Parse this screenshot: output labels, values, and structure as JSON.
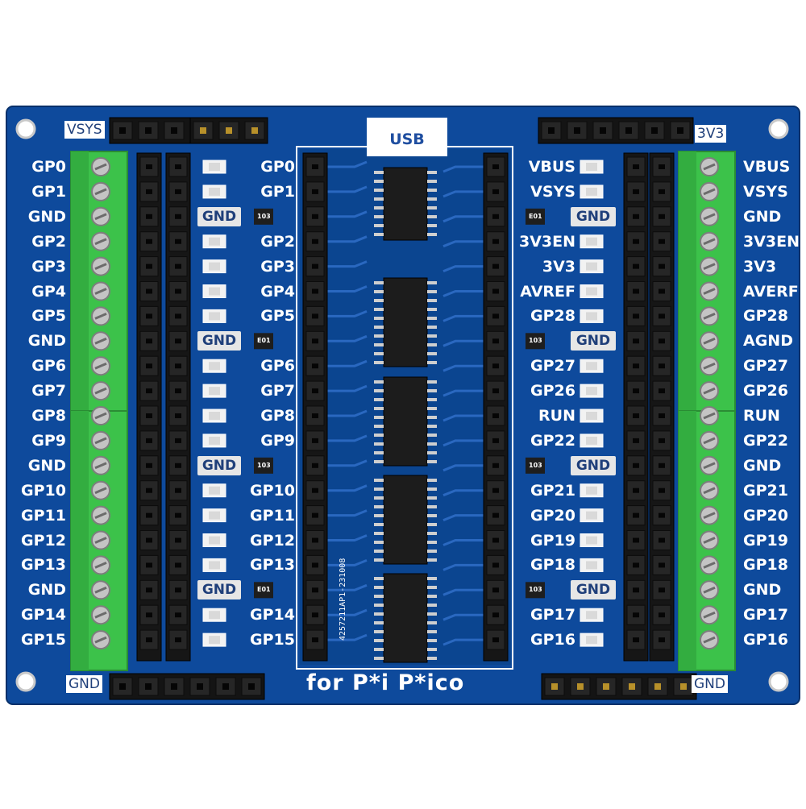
{
  "board": {
    "usb_label": "USB",
    "footer_text": "for P*i P*ico",
    "batch_code": "4257211AP1-231008",
    "header_labels": {
      "top_left": "VSYS",
      "top_right": "3V3",
      "bottom_left": "GND",
      "bottom_right": "GND"
    },
    "left_terminal_labels": [
      "GP0",
      "GP1",
      "GND",
      "GP2",
      "GP3",
      "GP4",
      "GP5",
      "GND",
      "GP6",
      "GP7",
      "GP8",
      "GP9",
      "GND",
      "GP10",
      "GP11",
      "GP12",
      "GP13",
      "GND",
      "GP14",
      "GP15"
    ],
    "right_terminal_labels": [
      "VBUS",
      "VSYS",
      "GND",
      "3V3EN",
      "3V3",
      "AVERF",
      "GP28",
      "AGND",
      "GP27",
      "GP26",
      "RUN",
      "GP22",
      "GND",
      "GP21",
      "GP20",
      "GP19",
      "GP18",
      "GND",
      "GP17",
      "GP16"
    ],
    "left_pin_labels": [
      "GP0",
      "GP1",
      "GND",
      "GP2",
      "GP3",
      "GP4",
      "GP5",
      "GND",
      "GP6",
      "GP7",
      "GP8",
      "GP9",
      "GND",
      "GP10",
      "GP11",
      "GP12",
      "GP13",
      "GND",
      "GP14",
      "GP15"
    ],
    "right_pin_labels": [
      "VBUS",
      "VSYS",
      "GND",
      "3V3EN",
      "3V3",
      "AVREF",
      "GP28",
      "GND",
      "GP27",
      "GP26",
      "RUN",
      "GP22",
      "GND",
      "GP21",
      "GP20",
      "GP19",
      "GP18",
      "GND",
      "GP17",
      "GP16"
    ],
    "resistor_labels_left": [
      "103",
      "E01",
      "103",
      "E01"
    ],
    "resistor_labels_right": [
      "E01",
      "103",
      "103",
      "103"
    ],
    "colors": {
      "pcb": "#0e4a9c",
      "pcb_dark": "#0a3a80",
      "terminal_green": "#3cc24a",
      "header_black": "#1a1a1a",
      "silkscreen": "#ffffff",
      "gnd_box": "#e6e6e6"
    }
  }
}
